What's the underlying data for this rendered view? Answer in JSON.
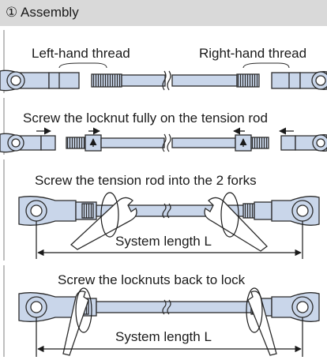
{
  "header": {
    "title": "① Assembly"
  },
  "step1": {
    "left_label": "Left-hand thread",
    "right_label": "Right-hand thread"
  },
  "step2": {
    "title": "Screw the locknut fully on the tension rod"
  },
  "step3": {
    "title": "Screw the tension rod into the 2 forks",
    "dimension_label": "System length L"
  },
  "step4": {
    "title": "Screw the locknuts back to lock",
    "dimension_label": "System length L"
  },
  "colors": {
    "header_bg": "#d9d9d9",
    "part_fill": "#c9d6ea",
    "part_stroke": "#2b2b2b",
    "separator": "#7f7f7f"
  }
}
